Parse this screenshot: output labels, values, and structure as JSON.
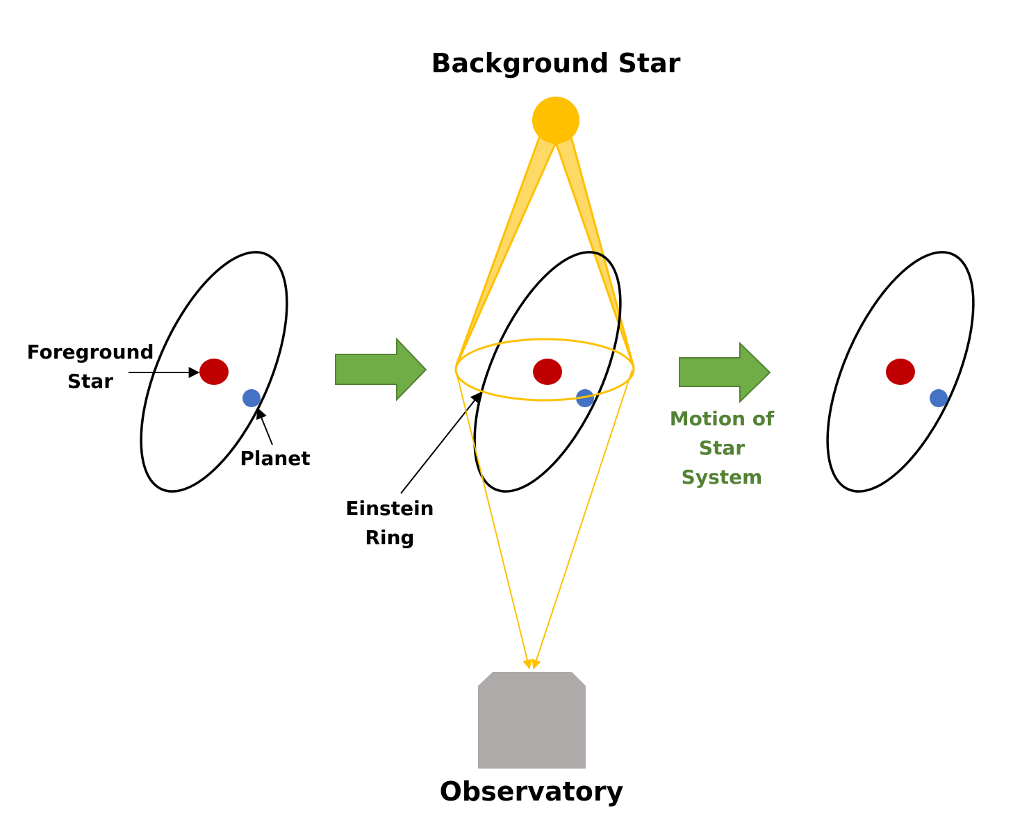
{
  "labels": {
    "background_star": "Background Star",
    "observatory": "Observatory",
    "foreground_star_line1": "Foreground",
    "foreground_star_line2": "Star",
    "planet": "Planet",
    "einstein_line1": "Einstein",
    "einstein_line2": "Ring",
    "motion_line1": "Motion of",
    "motion_line2": "Star",
    "motion_line3": "System"
  },
  "colors": {
    "orbit": "#000000",
    "foreground_star": "#c00000",
    "planet": "#4472c4",
    "background_star": "#ffc000",
    "light_cone_fill": "#ffd966",
    "arrow_fill": "#70ad47",
    "arrow_stroke": "#548235",
    "motion_text": "#548235",
    "observatory": "#aeaaaa"
  }
}
